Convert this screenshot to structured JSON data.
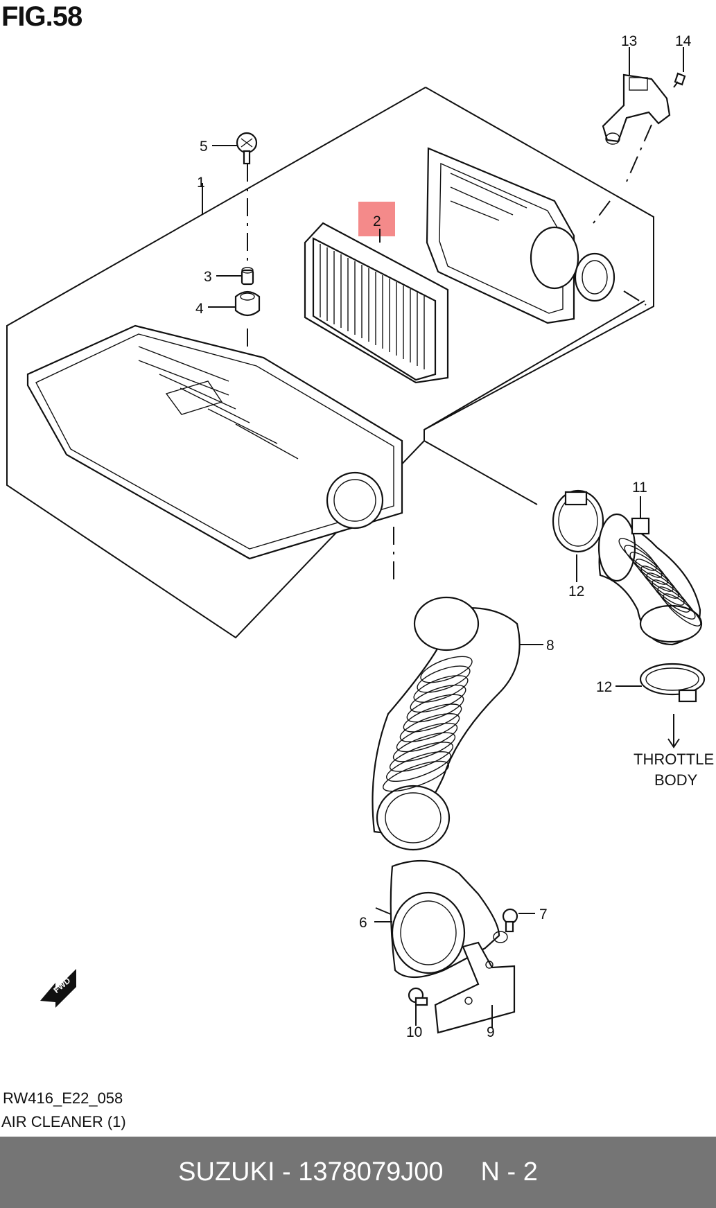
{
  "figure": {
    "title": "FIG.58"
  },
  "callouts": {
    "c1": "1",
    "c2": "2",
    "c3": "3",
    "c4": "4",
    "c5": "5",
    "c6": "6",
    "c7": "7",
    "c8": "8",
    "c9": "9",
    "c10": "10",
    "c11": "11",
    "c12a": "12",
    "c12b": "12",
    "c13": "13",
    "c14": "14"
  },
  "highlight": {
    "color": "#f48a8a",
    "callout": "2"
  },
  "throttle": {
    "line1": "THROTTLE",
    "line2": "BODY"
  },
  "fwd_badge": {
    "text": "FWD"
  },
  "meta": {
    "code": "RW416_E22_058",
    "caption": "AIR CLEANER (1)"
  },
  "footer": {
    "brand_part": "SUZUKI - 1378079J00",
    "page": "N - 2",
    "background": "#757575"
  }
}
